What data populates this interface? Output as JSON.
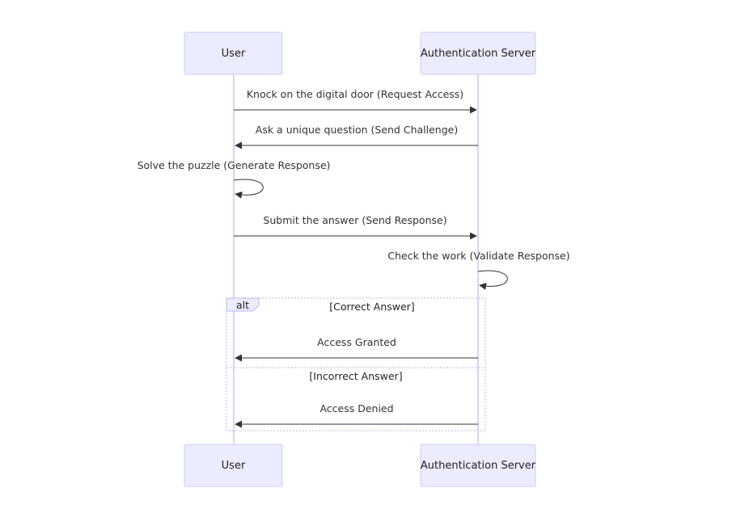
{
  "actors": {
    "user": "User",
    "server": "Authentication Server"
  },
  "messages": {
    "m1": "Knock on the digital door (Request Access)",
    "m2": "Ask a unique question (Send Challenge)",
    "m3": "Solve the puzzle (Generate Response)",
    "m4": "Submit the answer (Send Response)",
    "m5": "Check the work (Validate Response)",
    "m6": "Access Granted",
    "m7": "Access Denied"
  },
  "alt_frame": {
    "label": "alt",
    "condition_1": "[Correct Answer]",
    "condition_2": "[Incorrect Answer]"
  }
}
